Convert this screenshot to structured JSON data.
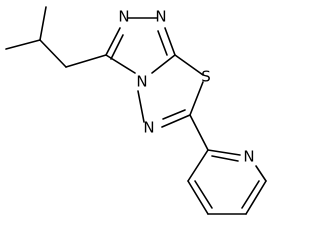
{
  "structure": {
    "atoms": {
      "n_triazole_top_left": "N",
      "n_triazole_top_right": "N",
      "n_bridge": "N",
      "n_thiadiazole": "N",
      "s_thiadiazole": "S",
      "n_pyridine": "N"
    }
  },
  "colors": {
    "bond": "#000000",
    "label": "#000000",
    "background": "#ffffff"
  }
}
